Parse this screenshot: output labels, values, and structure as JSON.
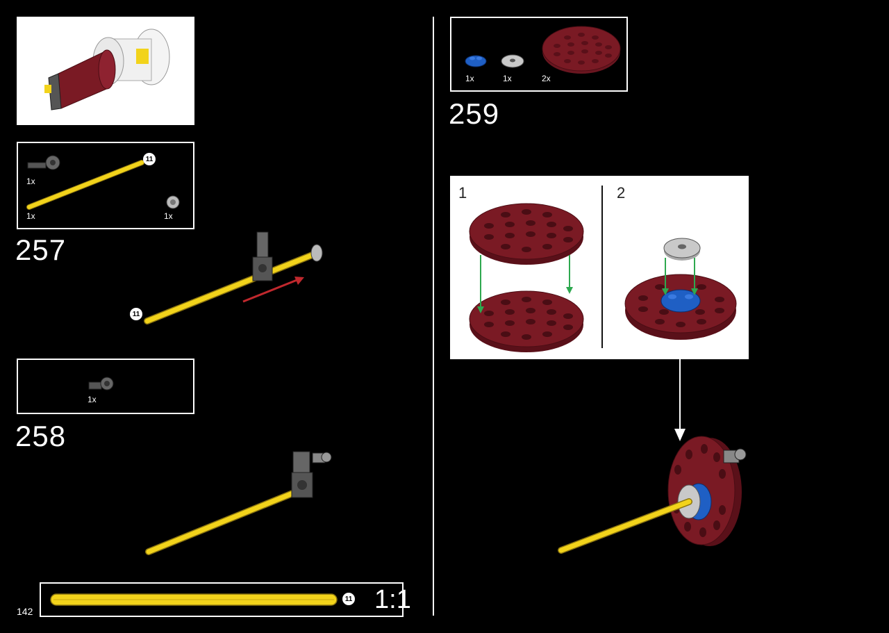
{
  "page_number": "142",
  "steps": [
    {
      "number": "257",
      "parts": [
        {
          "qty": "1x",
          "icon": "gray-connector-icon"
        },
        {
          "qty": "1x",
          "icon": "yellow-axle-icon",
          "badge": "11"
        },
        {
          "qty": "1x",
          "icon": "gray-bush-icon"
        }
      ],
      "badge": "11"
    },
    {
      "number": "258",
      "parts": [
        {
          "qty": "1x",
          "icon": "gray-connector-icon"
        }
      ]
    },
    {
      "number": "259",
      "parts": [
        {
          "qty": "1x",
          "icon": "blue-round-plate-icon"
        },
        {
          "qty": "1x",
          "icon": "gray-round-tile-icon"
        },
        {
          "qty": "2x",
          "icon": "dark-red-round-plate-icon"
        }
      ],
      "substeps": [
        "1",
        "2"
      ]
    }
  ],
  "scale_ruler": {
    "badge": "11",
    "scale": "1:1"
  },
  "colors": {
    "yellow": "#f2d31b",
    "dark_red": "#7a1a24",
    "blue": "#1f5fc4",
    "light_gray": "#c9c9c9",
    "dark_gray": "#555555",
    "green_arrow": "#2ea84f",
    "red_arrow": "#c0282d"
  }
}
